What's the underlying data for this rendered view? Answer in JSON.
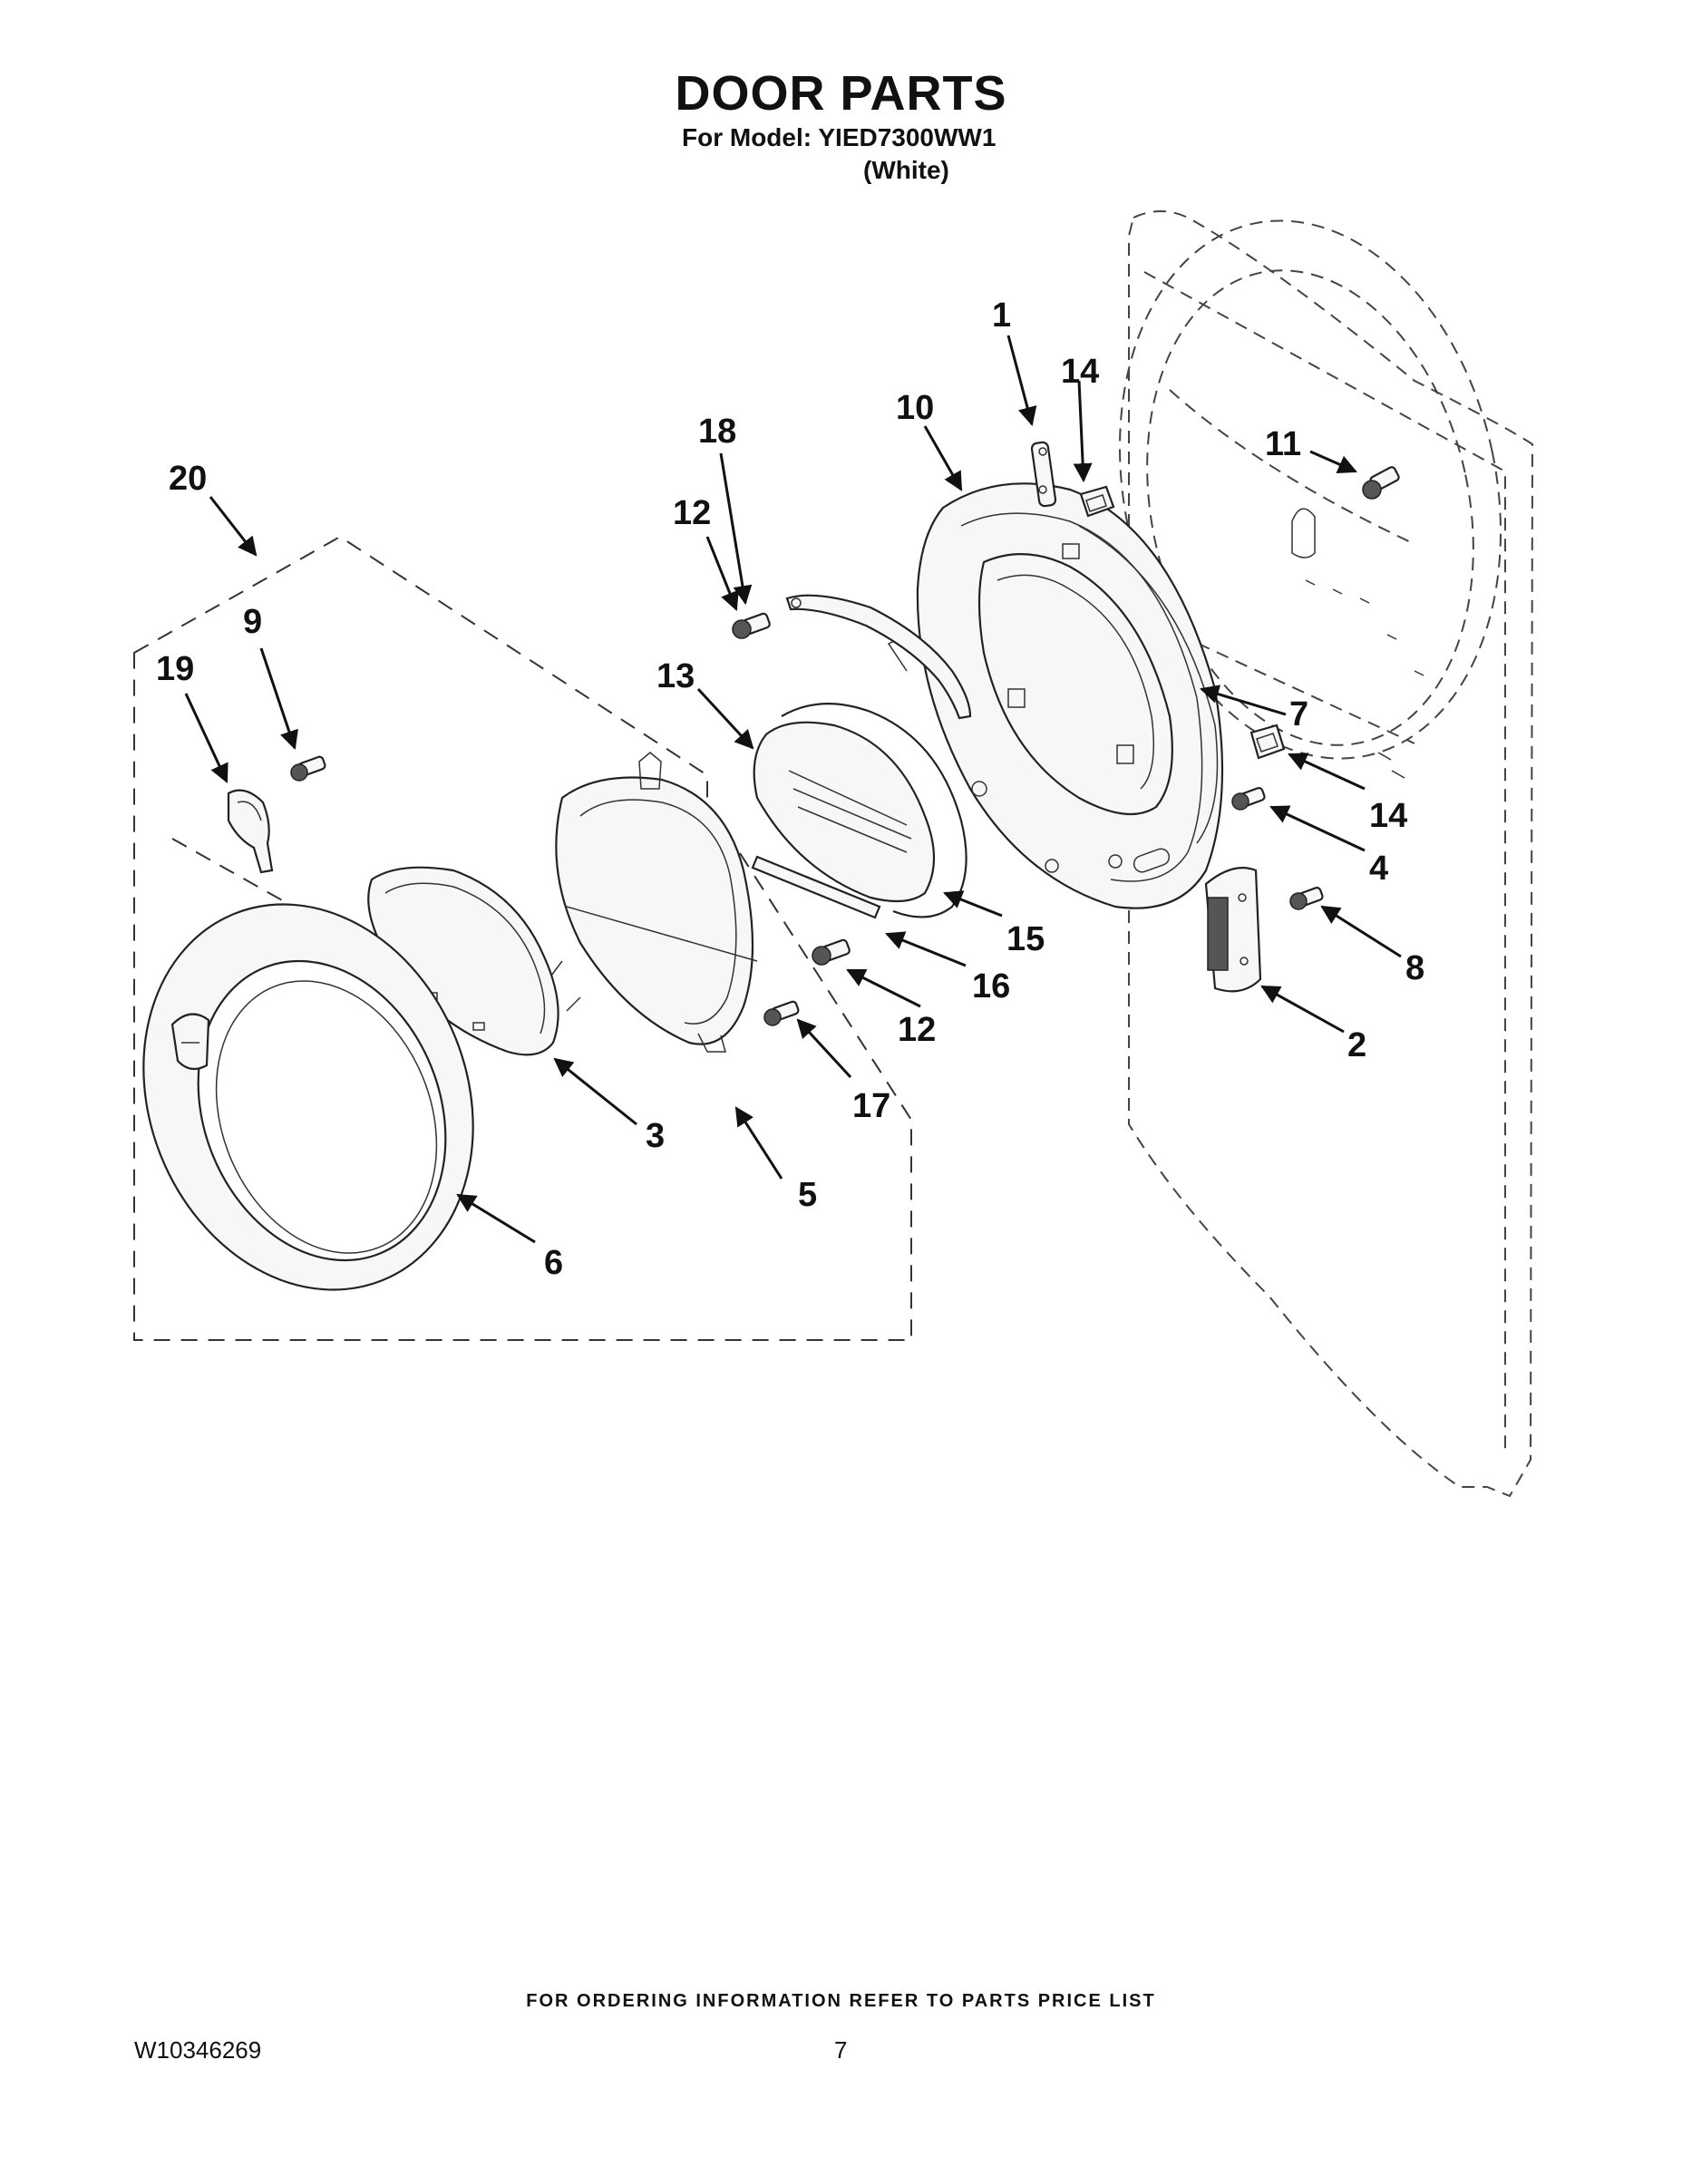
{
  "header": {
    "title": "DOOR PARTS",
    "model_line": "For Model: YIED7300WW1",
    "color_line": "(White)"
  },
  "callouts": [
    {
      "id": "c1",
      "text": "1"
    },
    {
      "id": "c2",
      "text": "2"
    },
    {
      "id": "c3",
      "text": "3"
    },
    {
      "id": "c4",
      "text": "4"
    },
    {
      "id": "c5",
      "text": "5"
    },
    {
      "id": "c6",
      "text": "6"
    },
    {
      "id": "c7",
      "text": "7"
    },
    {
      "id": "c8",
      "text": "8"
    },
    {
      "id": "c9",
      "text": "9"
    },
    {
      "id": "c10",
      "text": "10"
    },
    {
      "id": "c11",
      "text": "11"
    },
    {
      "id": "c12a",
      "text": "12"
    },
    {
      "id": "c12b",
      "text": "12"
    },
    {
      "id": "c13",
      "text": "13"
    },
    {
      "id": "c14a",
      "text": "14"
    },
    {
      "id": "c14b",
      "text": "14"
    },
    {
      "id": "c15",
      "text": "15"
    },
    {
      "id": "c16",
      "text": "16"
    },
    {
      "id": "c17",
      "text": "17"
    },
    {
      "id": "c18",
      "text": "18"
    },
    {
      "id": "c19",
      "text": "19"
    },
    {
      "id": "c20",
      "text": "20"
    }
  ],
  "footer": {
    "note": "FOR ORDERING INFORMATION REFER TO PARTS PRICE LIST",
    "doc_number": "W10346269",
    "page_number": "7"
  }
}
